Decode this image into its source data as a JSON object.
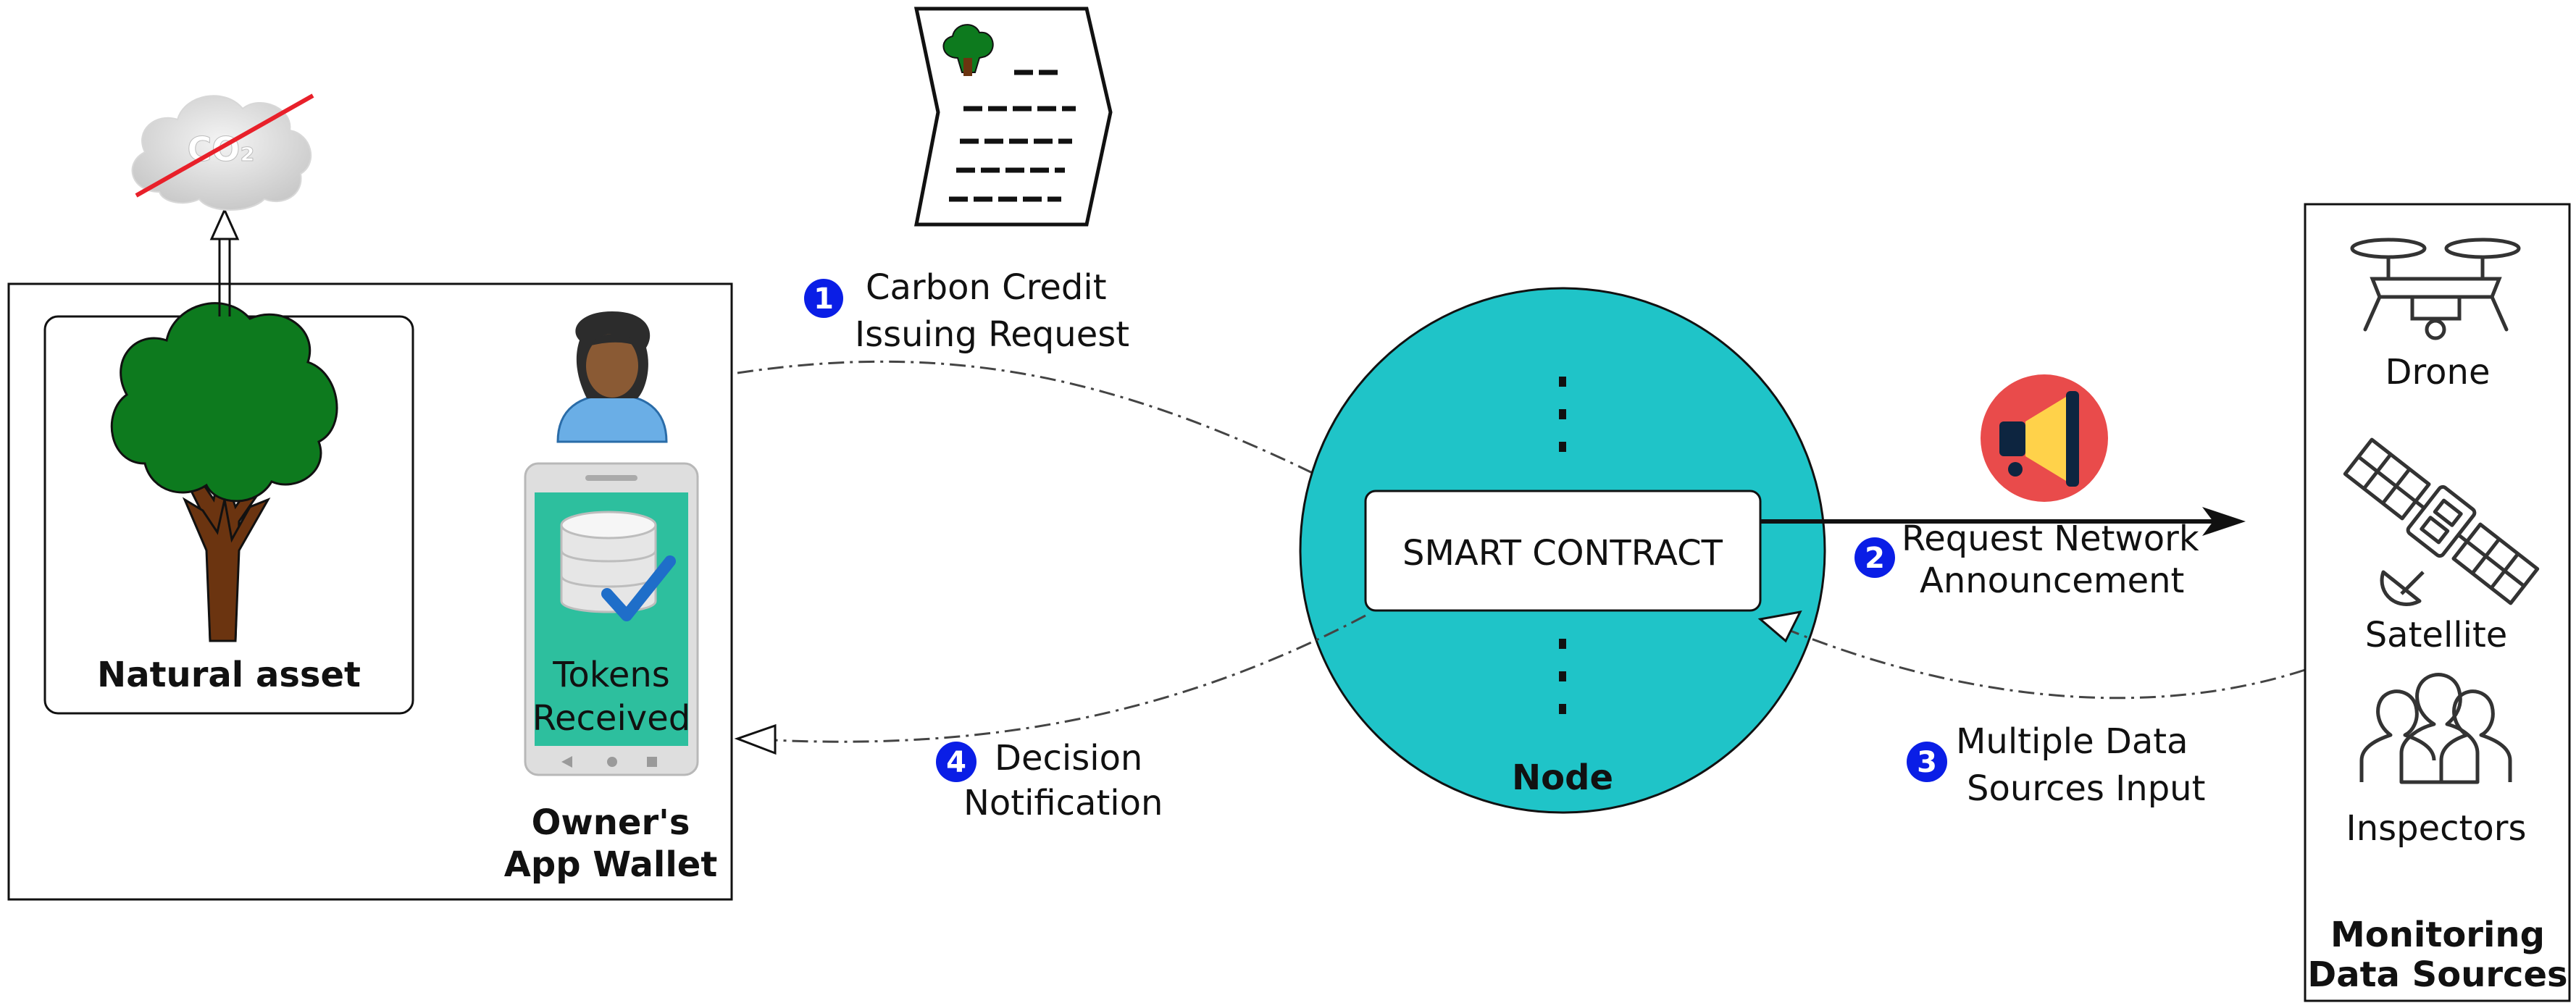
{
  "steps": [
    {
      "number": "1",
      "line1": "Carbon Credit",
      "line2": "Issuing Request"
    },
    {
      "number": "2",
      "line1": "Request Network",
      "line2": "Announcement"
    },
    {
      "number": "3",
      "line1": "Multiple Data",
      "line2": "Sources Input"
    },
    {
      "number": "4",
      "line1": "Decision",
      "line2": "Notification"
    }
  ],
  "owner": {
    "asset_label": "Natural asset",
    "phone_line1": "Tokens",
    "phone_line2": "Received",
    "wallet_line1": "Owner's",
    "wallet_line2": "App Wallet",
    "co2_text": "CO₂"
  },
  "node": {
    "contract_label": "SMART CONTRACT",
    "node_label": "Node"
  },
  "sources": {
    "items": [
      "Drone",
      "Satellite",
      "Inspectors"
    ],
    "title_line1": "Monitoring",
    "title_line2": "Data Sources"
  },
  "colors": {
    "node_fill": "#1fc4c8",
    "badge": "#0a1ee6",
    "tree_green": "#0d7a1e",
    "trunk": "#6b3410",
    "phone_screen": "#2dbf9e",
    "megaphone_bg": "#e94b4b",
    "no_co2_line": "#e8202a"
  }
}
